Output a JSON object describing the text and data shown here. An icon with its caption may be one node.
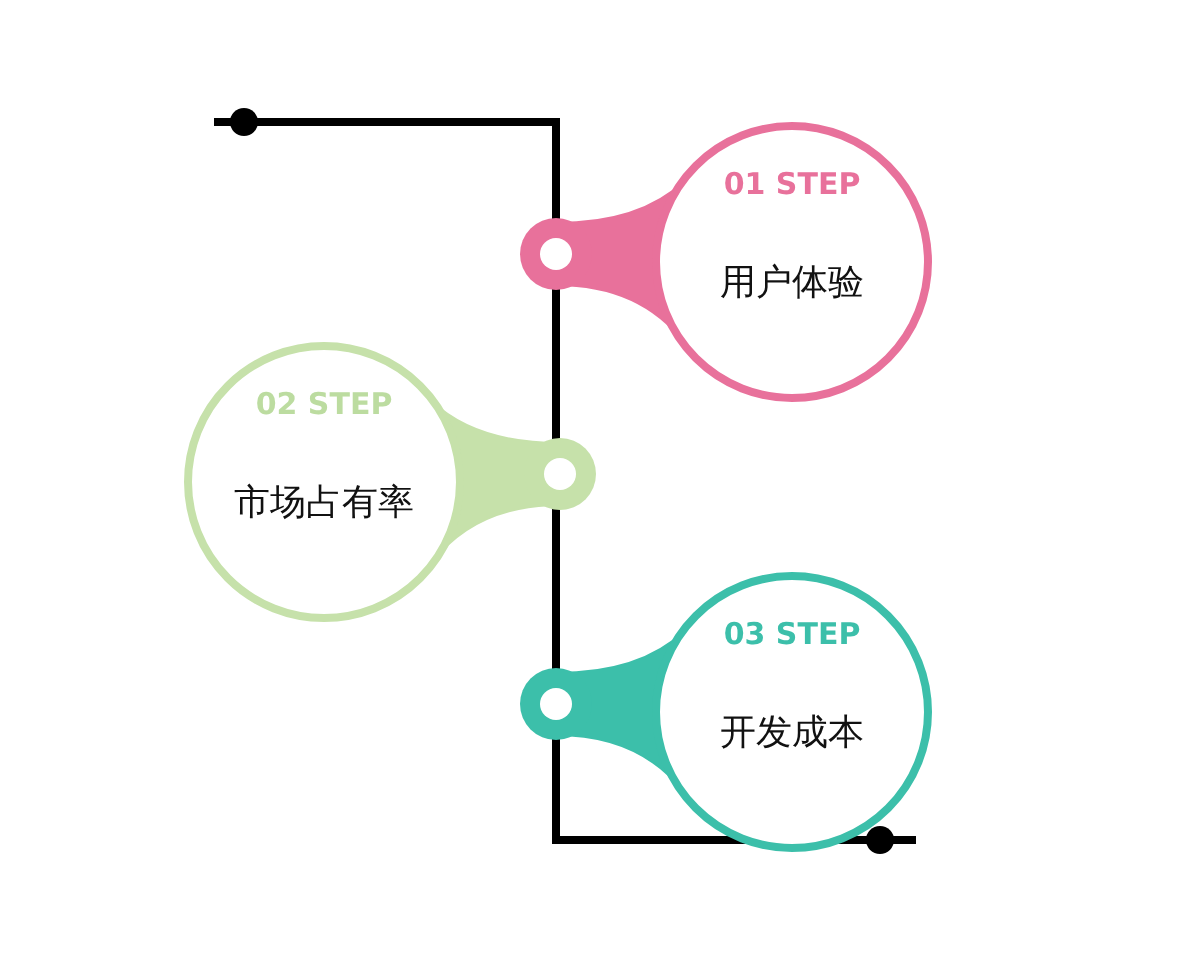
{
  "diagram": {
    "nodes": [
      {
        "text": [
          "01 STEP",
          "用户体验"
        ]
      },
      {
        "text": [
          "02 STEP",
          "市场占有率"
        ]
      },
      {
        "text": [
          "03 STEP",
          "开发成本"
        ]
      }
    ]
  }
}
